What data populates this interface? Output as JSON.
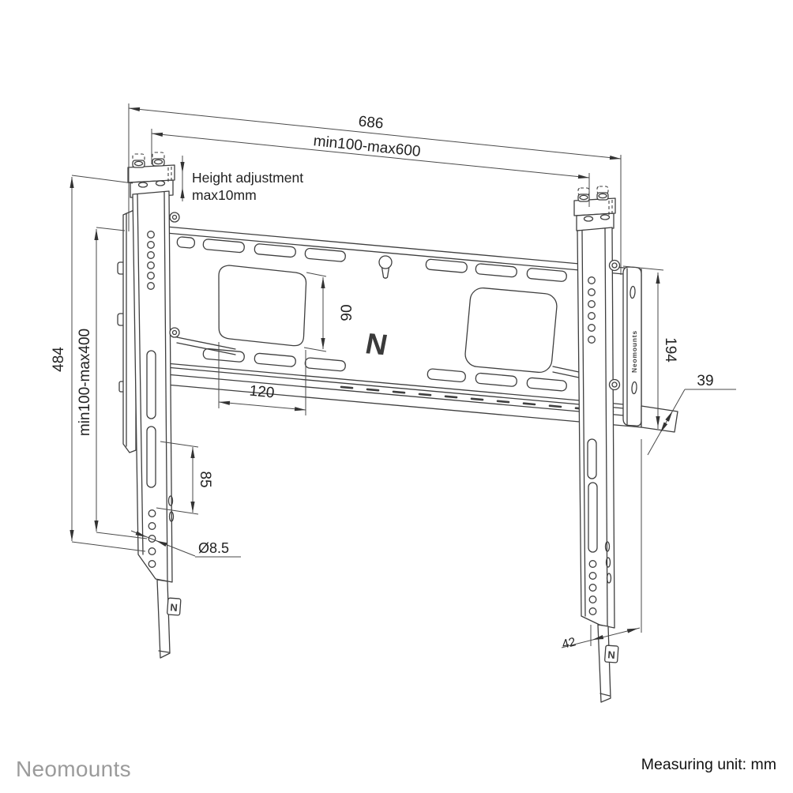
{
  "labels": {
    "total_width": "686",
    "vesa_width": "min100-max600",
    "height_adj_1": "Height adjustment",
    "height_adj_2": "max10mm",
    "total_height": "484",
    "vesa_height": "min100-max400",
    "cutout_height": "90",
    "cutout_width": "120",
    "slot_spacing": "85",
    "bracket_height": "194",
    "wall_distance": "39",
    "strap_width": "42",
    "hole_diameter": "Ø8.5",
    "logo_letter": "N",
    "bracket_brand": "Neomounts"
  },
  "footer": {
    "brand": "Neomounts",
    "unit_note": "Measuring unit: mm"
  }
}
